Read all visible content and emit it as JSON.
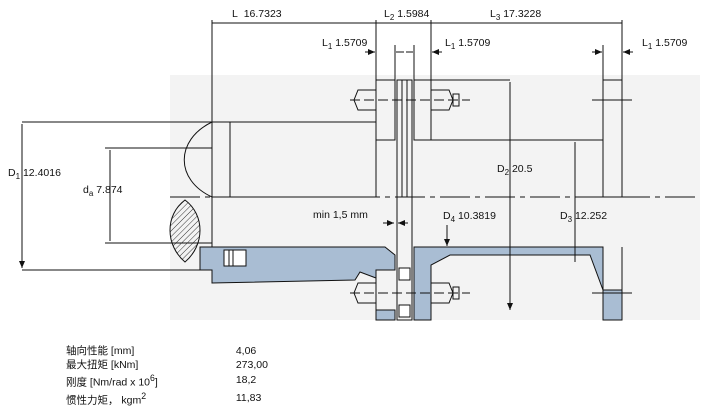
{
  "dimensions": {
    "L": {
      "symbol": "L",
      "value": "16.7323"
    },
    "L2": {
      "symbol": "L",
      "sub": "2",
      "value": "1.5984"
    },
    "L3": {
      "symbol": "L",
      "sub": "3",
      "value": "17.3228"
    },
    "L1": {
      "symbol": "L",
      "sub": "1",
      "value": "1.5709"
    },
    "D1": {
      "symbol": "D",
      "sub": "1",
      "value": "12.4016"
    },
    "da": {
      "symbol": "d",
      "sub": "a",
      "value": "7.874"
    },
    "D2": {
      "symbol": "D",
      "sub": "2",
      "value": "20.5"
    },
    "D3": {
      "symbol": "D",
      "sub": "3",
      "value": "12.252"
    },
    "D4": {
      "symbol": "D",
      "sub": "4",
      "value": "10.3819"
    },
    "min_gap": "min 1,5 mm"
  },
  "properties": [
    {
      "label": "轴向性能 [mm]",
      "value": "4,06"
    },
    {
      "label": "最大扭矩 [kNm]",
      "value": "273,00"
    },
    {
      "label": "刚度 [Nm/rad x 10",
      "sup": "6",
      "label_end": "]",
      "value": "18,2"
    },
    {
      "label": "惯性力矩， kgm",
      "sup": "2",
      "label_end": "",
      "value": "11,83"
    }
  ],
  "colors": {
    "section_fill": "#a9bdd3",
    "background_band": "#f3f3f3",
    "line": "#111111"
  }
}
